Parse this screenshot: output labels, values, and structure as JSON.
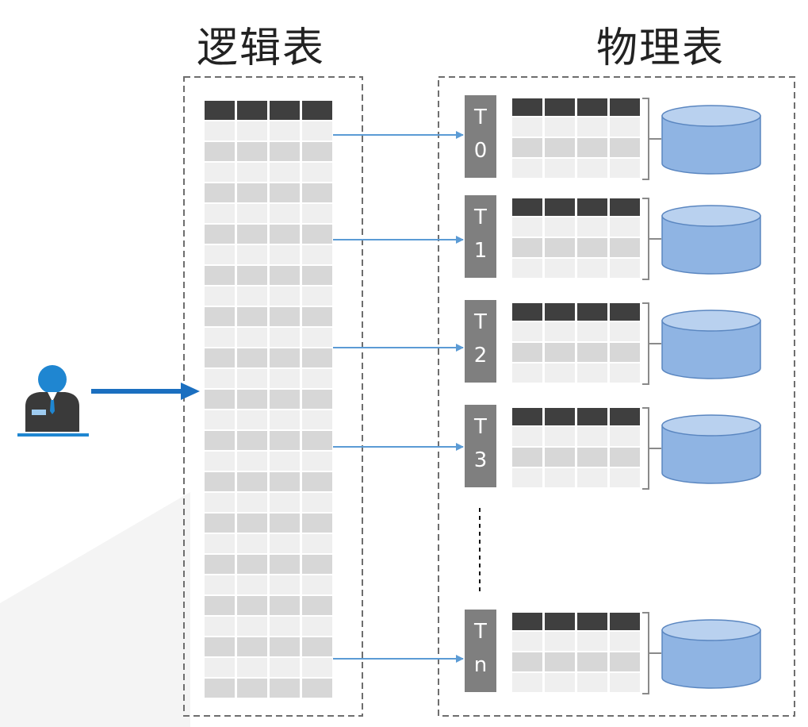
{
  "titles": {
    "logical": "逻辑表",
    "physical": "物理表"
  },
  "shards": [
    {
      "letter": "T",
      "suffix": "0"
    },
    {
      "letter": "T",
      "suffix": "1"
    },
    {
      "letter": "T",
      "suffix": "2"
    },
    {
      "letter": "T",
      "suffix": "3"
    },
    {
      "letter": "T",
      "suffix": "n"
    }
  ],
  "colors": {
    "header": "#3f3f3f",
    "row_light": "#efefef",
    "row_dark": "#d7d7d7",
    "arrow": "#5b9bd5",
    "user_arrow": "#1b6fc0",
    "user_head": "#1f86d1",
    "user_body": "#3a3a3a",
    "label_box": "#7f7f7f",
    "dash": "#6e6e6e",
    "db_fill": "#8fb4e3",
    "db_top": "#b9d1ef",
    "db_stroke": "#5a86c0"
  }
}
